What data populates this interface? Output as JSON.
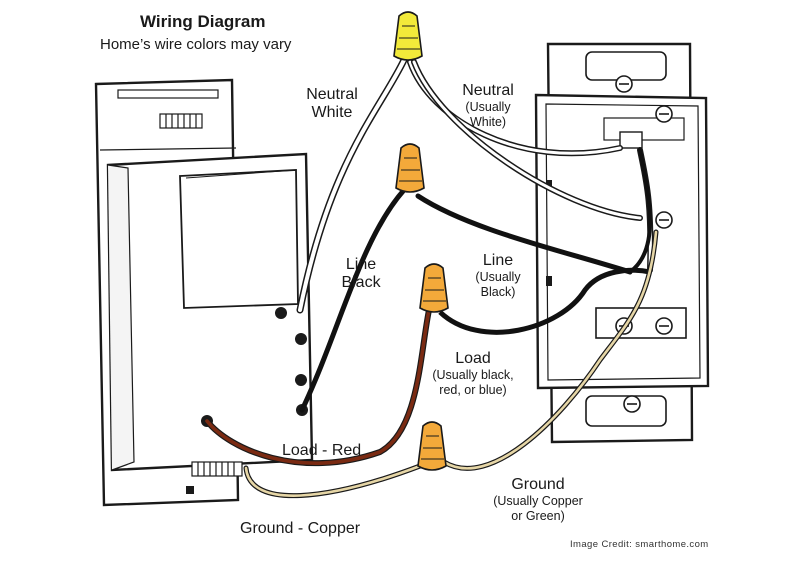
{
  "header": {
    "title": "Wiring Diagram",
    "subtitle": "Home’s wire colors may vary"
  },
  "labels": {
    "neutral_left": [
      "Neutral",
      "White"
    ],
    "neutral_right": [
      "Neutral",
      "(Usually",
      "White)"
    ],
    "line_left": [
      "Line",
      "Black"
    ],
    "line_right": [
      "Line",
      "(Usually",
      "Black)"
    ],
    "load": [
      "Load",
      "(Usually black,",
      "red, or blue)"
    ],
    "load_red": "Load - Red",
    "ground_right": [
      "Ground",
      "(Usually Copper",
      "or Green)"
    ],
    "ground_copper": "Ground - Copper"
  },
  "credit": "Image Credit: smarthome.com",
  "colors": {
    "outline": "#1a1a1a",
    "wire_nut_yellow": "#f2ea3a",
    "wire_nut_orange": "#f3a93a",
    "wire_black": "#111111",
    "wire_red": "#7a2a12",
    "wire_copper": "#e6d6a6",
    "wire_white": "#ffffff"
  }
}
